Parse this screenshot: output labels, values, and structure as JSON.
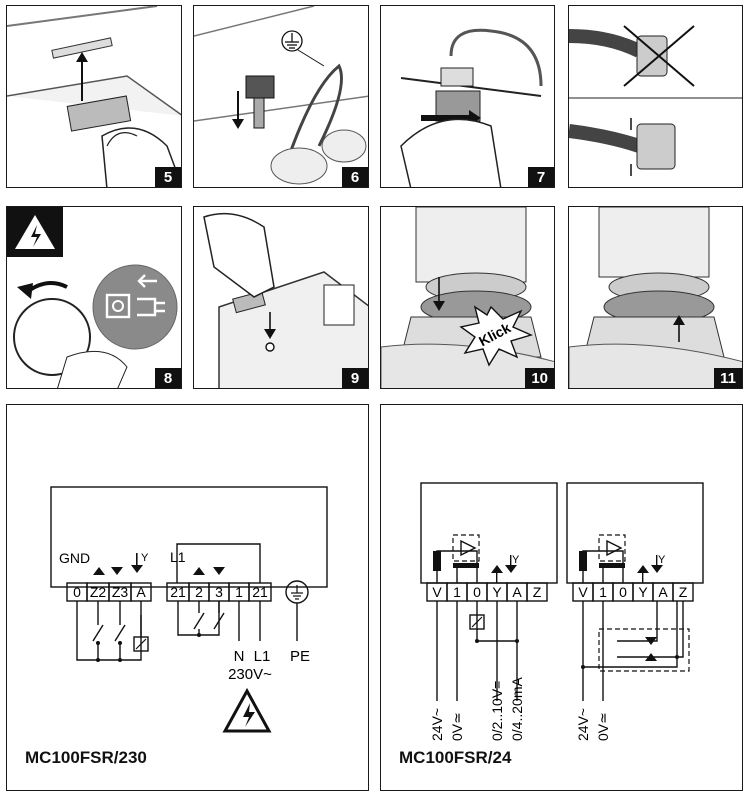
{
  "steps": [
    "5",
    "6",
    "7",
    "8",
    "9",
    "10",
    "11"
  ],
  "klick_label": "Klick",
  "left_diagram": {
    "title": "MC100FSR/230",
    "gnd_label": "GND",
    "y_symbol": "Y",
    "l1_top_label": "L1",
    "terminals_left": [
      "0",
      "Z2",
      "Z3",
      "A"
    ],
    "terminals_right": [
      "21",
      "2",
      "3",
      "1",
      "21"
    ],
    "n_label": "N",
    "l1_label": "L1",
    "supply_label": "230V~",
    "pe_label": "PE"
  },
  "right_diagram": {
    "title": "MC100FSR/24",
    "terminals": [
      "V",
      "1",
      "0",
      "Y",
      "A",
      "Z"
    ],
    "y_symbol": "Y",
    "labels_a": [
      "24V~",
      "0V≃",
      "0/2..10V=",
      "0/4..20mA"
    ],
    "labels_b": [
      "24V~",
      "0V≃"
    ]
  }
}
